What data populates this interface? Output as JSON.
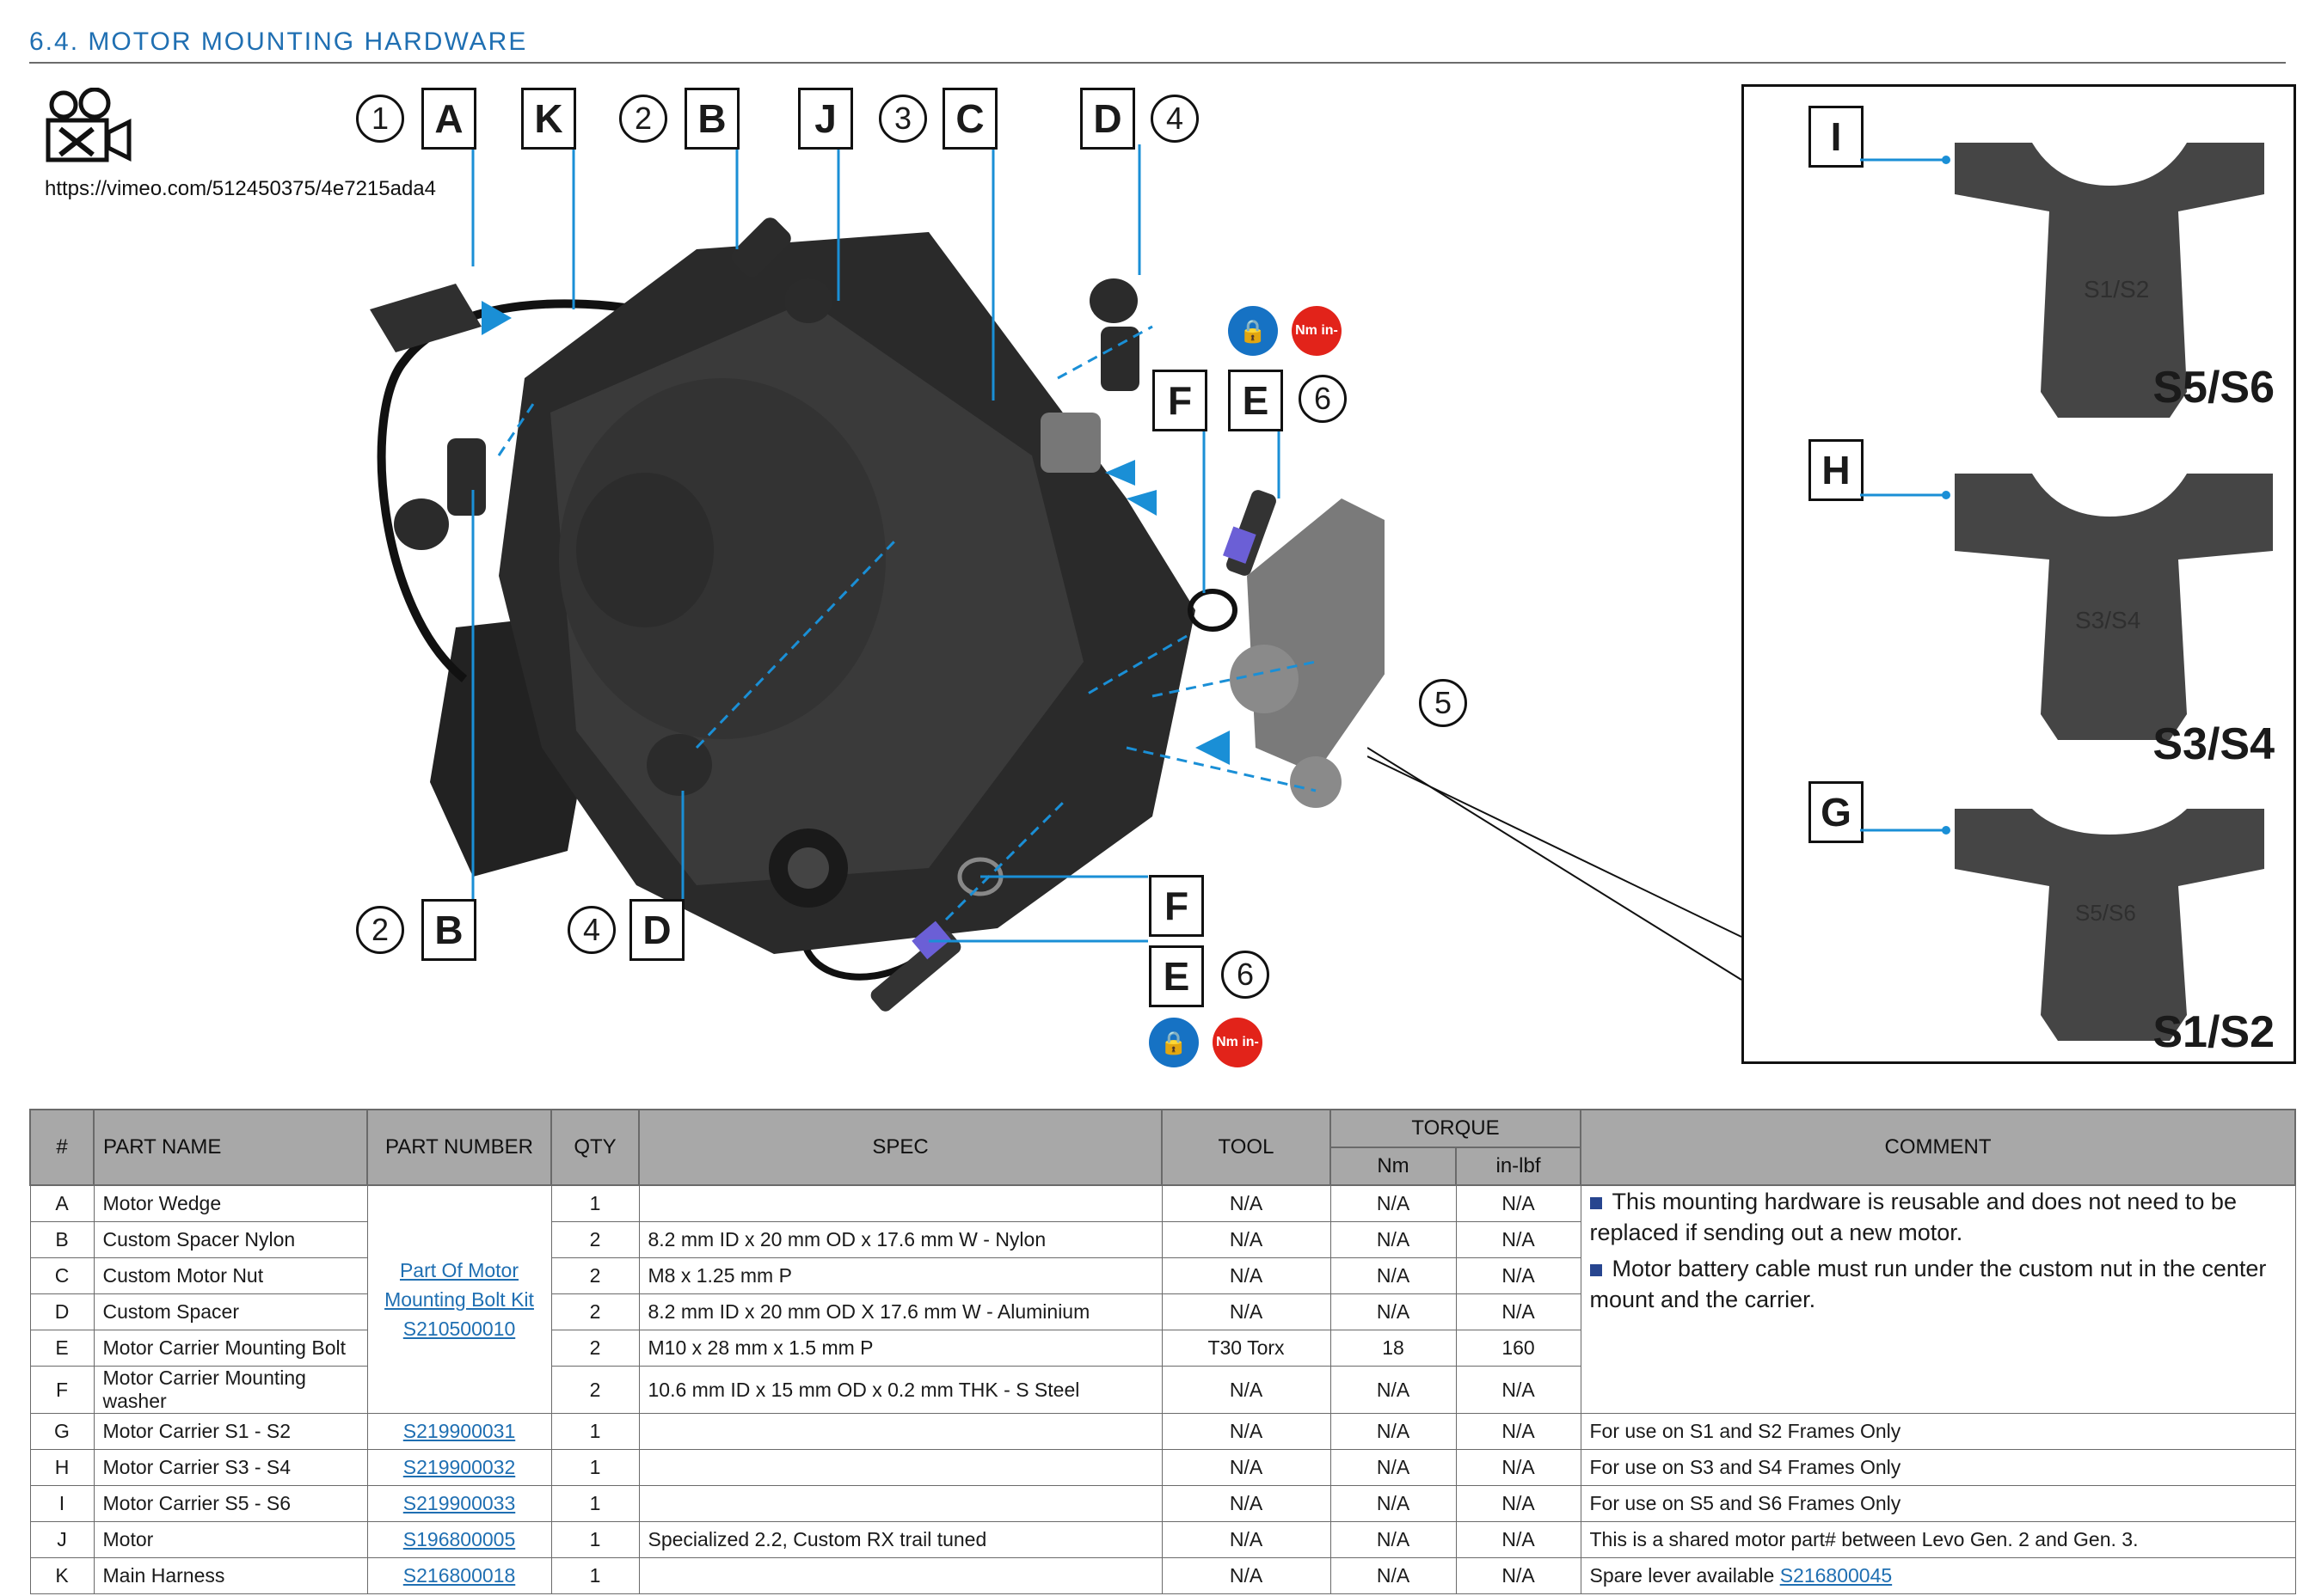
{
  "section": {
    "title": "6.4. MOTOR MOUNTING HARDWARE"
  },
  "video": {
    "icon": "video-camera-tools-icon",
    "url": "https://vimeo.com/512450375/4e7215ada4"
  },
  "callouts": [
    {
      "num": "1",
      "letter": "A"
    },
    {
      "letter": "K"
    },
    {
      "num": "2",
      "letter": "B"
    },
    {
      "letter": "J"
    },
    {
      "num": "3",
      "letter": "C"
    },
    {
      "num": "4",
      "letter": "D"
    },
    {
      "letter": "F"
    },
    {
      "num": "6",
      "letter": "E"
    },
    {
      "num": "5"
    },
    {
      "num": "2",
      "letter": "B"
    },
    {
      "num": "4",
      "letter": "D"
    },
    {
      "letter": "F"
    },
    {
      "num": "6",
      "letter": "E"
    }
  ],
  "torque_icons": {
    "lock": "threadlocker-icon",
    "nm": "torque-wrench-icon",
    "nm_label": "Nm in-lbf"
  },
  "carriers": [
    {
      "tag": "I",
      "size": "S5/S6",
      "imprint": "S1/S2"
    },
    {
      "tag": "H",
      "size": "S3/S4",
      "imprint": "S3/S4"
    },
    {
      "tag": "G",
      "size": "S1/S2",
      "imprint": "S5/S6"
    }
  ],
  "table": {
    "headers": {
      "num": "#",
      "name": "PART NAME",
      "part": "PART NUMBER",
      "qty": "QTY",
      "spec": "SPEC",
      "tool": "TOOL",
      "torque": "TORQUE",
      "nm": "Nm",
      "inlbf": "in-lbf",
      "comment": "COMMENT"
    },
    "kit": {
      "line1": "Part Of Motor",
      "line2": "Mounting Bolt Kit",
      "line3": "S210500010"
    },
    "group_comments": [
      "This mounting hardware is reusable and does not need to be replaced if sending out a new motor.",
      "Motor battery cable must run under the custom nut in the center mount and the carrier."
    ],
    "rows": [
      {
        "id": "A",
        "name": "Motor Wedge",
        "part": "",
        "qty": "1",
        "spec": "",
        "tool": "N/A",
        "nm": "N/A",
        "inlbf": "N/A",
        "comment": ""
      },
      {
        "id": "B",
        "name": "Custom Spacer Nylon",
        "part": "",
        "qty": "2",
        "spec": "8.2 mm ID x 20 mm OD x 17.6 mm W - Nylon",
        "tool": "N/A",
        "nm": "N/A",
        "inlbf": "N/A",
        "comment": ""
      },
      {
        "id": "C",
        "name": "Custom Motor Nut",
        "part": "",
        "qty": "2",
        "spec": "M8 x 1.25 mm P",
        "tool": "N/A",
        "nm": "N/A",
        "inlbf": "N/A",
        "comment": ""
      },
      {
        "id": "D",
        "name": "Custom Spacer",
        "part": "",
        "qty": "2",
        "spec": "8.2 mm ID x 20 mm OD X 17.6 mm W - Aluminium",
        "tool": "N/A",
        "nm": "N/A",
        "inlbf": "N/A",
        "comment": ""
      },
      {
        "id": "E",
        "name": "Motor Carrier Mounting Bolt",
        "part": "",
        "qty": "2",
        "spec": "M10 x 28 mm x 1.5 mm P",
        "tool": "T30 Torx",
        "nm": "18",
        "inlbf": "160",
        "comment": ""
      },
      {
        "id": "F",
        "name": "Motor Carrier Mounting washer",
        "part": "",
        "qty": "2",
        "spec": "10.6 mm ID x 15 mm OD x 0.2 mm THK - S Steel",
        "tool": "N/A",
        "nm": "N/A",
        "inlbf": "N/A",
        "comment": ""
      },
      {
        "id": "G",
        "name": "Motor Carrier S1 - S2",
        "part": "S219900031",
        "qty": "1",
        "spec": "",
        "tool": "N/A",
        "nm": "N/A",
        "inlbf": "N/A",
        "comment": "For use on S1 and S2 Frames Only"
      },
      {
        "id": "H",
        "name": "Motor Carrier S3 - S4",
        "part": "S219900032",
        "qty": "1",
        "spec": "",
        "tool": "N/A",
        "nm": "N/A",
        "inlbf": "N/A",
        "comment": "For use on S3 and S4 Frames Only"
      },
      {
        "id": "I",
        "name": "Motor Carrier S5 - S6",
        "part": "S219900033",
        "qty": "1",
        "spec": "",
        "tool": "N/A",
        "nm": "N/A",
        "inlbf": "N/A",
        "comment": "For use on S5 and S6 Frames Only"
      },
      {
        "id": "J",
        "name": "Motor",
        "part": "S196800005",
        "qty": "1",
        "spec": "Specialized 2.2, Custom RX trail tuned",
        "tool": "N/A",
        "nm": "N/A",
        "inlbf": "N/A",
        "comment": "This is a shared motor part# between Levo Gen. 2 and Gen. 3."
      },
      {
        "id": "K",
        "name": "Main Harness",
        "part": "S216800018",
        "qty": "1",
        "spec": "",
        "tool": "N/A",
        "nm": "N/A",
        "inlbf": "N/A",
        "comment": "Spare lever available ",
        "comment_link": "S216800045"
      }
    ]
  }
}
